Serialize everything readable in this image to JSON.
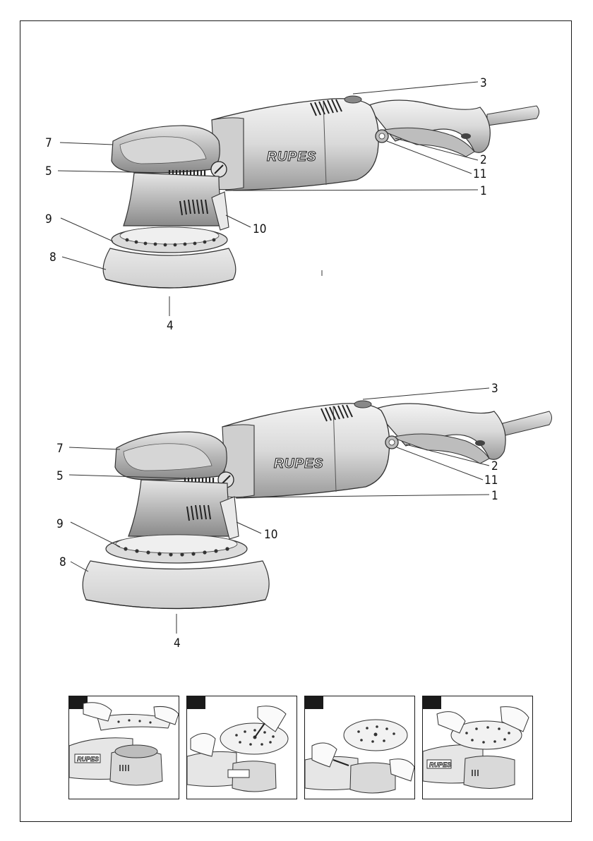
{
  "brand": "RUPES",
  "figure_top": {
    "labels": {
      "l1": "1",
      "l2": "2",
      "l3": "3",
      "l4": "4",
      "l5": "5",
      "l7": "7",
      "l8": "8",
      "l9": "9",
      "l10": "10",
      "l11": "11"
    }
  },
  "figure_bottom": {
    "labels": {
      "l1": "1",
      "l2": "2",
      "l3": "3",
      "l4": "4",
      "l5": "5",
      "l7": "7",
      "l8": "8",
      "l9": "9",
      "l10": "10",
      "l11": "11"
    }
  },
  "steps": [
    {
      "number": ""
    },
    {
      "number": ""
    },
    {
      "number": ""
    },
    {
      "number": ""
    }
  ]
}
